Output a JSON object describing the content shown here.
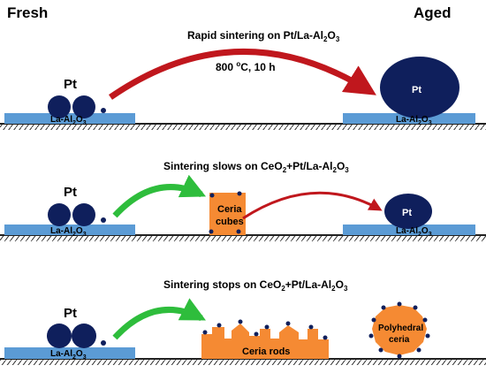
{
  "headers": {
    "fresh": "Fresh",
    "aged": "Aged"
  },
  "labels": {
    "pt": "Pt",
    "support_prefix": "La-Al",
    "support_sub1": "2",
    "support_mid": "O",
    "support_sub2": "3",
    "ceria_cubes_line1": "Ceria",
    "ceria_cubes_line2": "cubes",
    "ceria_rods": "Ceria rods",
    "polyhedral_line1": "Polyhedral",
    "polyhedral_line2": "ceria"
  },
  "panels": [
    {
      "title_prefix": "Rapid sintering on Pt/La-Al",
      "title_sub1": "2",
      "title_mid": "O",
      "title_sub2": "3",
      "condition_prefix": "800 ",
      "condition_sup": "o",
      "condition_suffix": "C, 10 h"
    },
    {
      "title_prefix": "Sintering slows on CeO",
      "title_sub0": "2",
      "title_after": "+Pt/La-Al",
      "title_sub1": "2",
      "title_mid": "O",
      "title_sub2": "3"
    },
    {
      "title_prefix": "Sintering stops on CeO",
      "title_sub0": "2",
      "title_after": "+Pt/La-Al",
      "title_sub1": "2",
      "title_mid": "O",
      "title_sub2": "3"
    }
  ],
  "colors": {
    "support": "#5b9bd5",
    "platinum": "#0f1f5c",
    "ceria": "#f58a33",
    "red_arrow": "#c0171d",
    "green_arrow": "#2ebd3c"
  }
}
